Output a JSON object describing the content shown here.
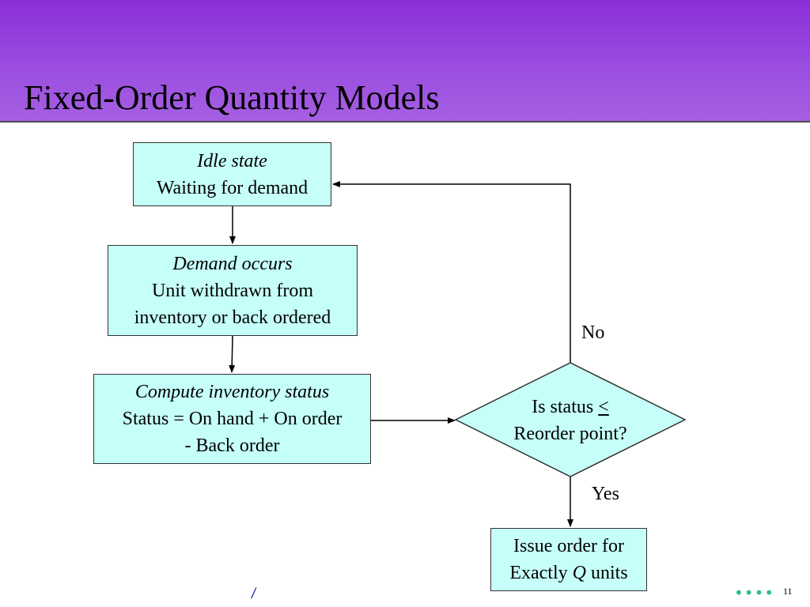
{
  "slide": {
    "title": "Fixed-Order Quantity Models",
    "page_number": "11",
    "footer_mark": "/",
    "dots": "••••"
  },
  "flowchart": {
    "idle": {
      "heading": "Idle state",
      "line1": "Waiting for demand"
    },
    "demand": {
      "heading": "Demand occurs",
      "line1": "Unit withdrawn from",
      "line2": "inventory or back ordered"
    },
    "compute": {
      "heading": "Compute inventory status",
      "line1": "Status = On hand + On order",
      "line2": "- Back order"
    },
    "decision": {
      "line1_prefix": "Is status ",
      "line1_symbol": "<",
      "line2": "Reorder point?"
    },
    "issue": {
      "line1": "Issue order for",
      "line2_prefix": "Exactly ",
      "line2_var": "Q",
      "line2_suffix": " units"
    },
    "labels": {
      "no": "No",
      "yes": "Yes"
    }
  },
  "colors": {
    "header": "#9a4de0",
    "box_fill": "#c6fff9",
    "dots": "#2bbf8f"
  }
}
